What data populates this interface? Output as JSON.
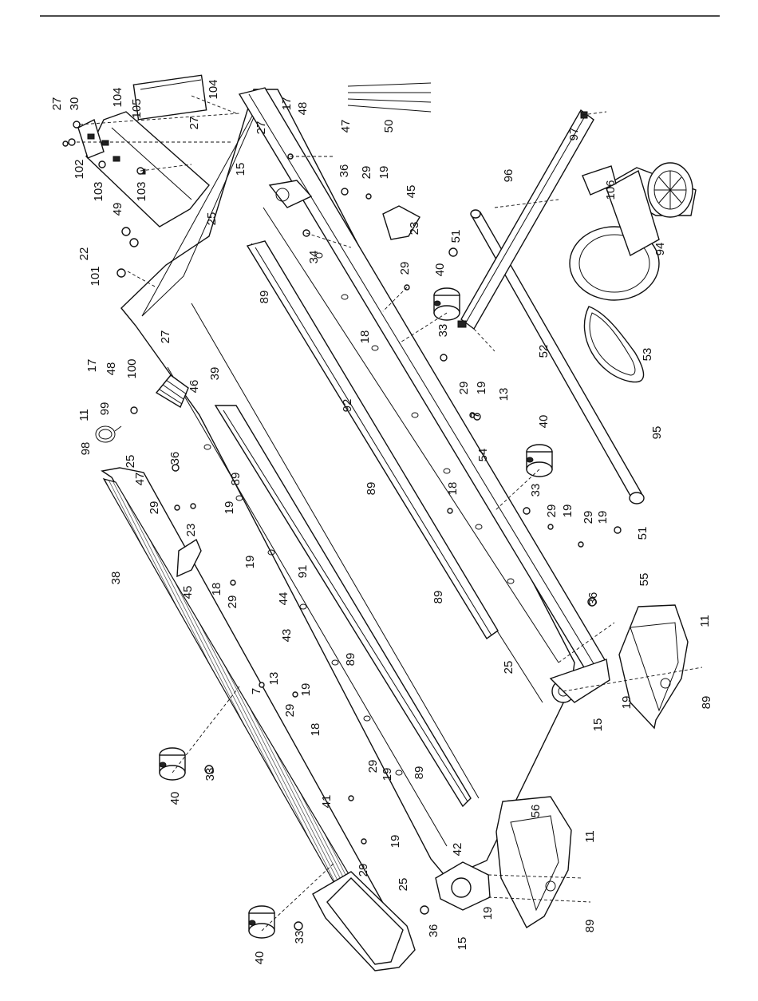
{
  "labels": [
    {
      "id": "27a",
      "text": "27"
    },
    {
      "id": "30",
      "text": "30"
    },
    {
      "id": "104a",
      "text": "104"
    },
    {
      "id": "105",
      "text": "105"
    },
    {
      "id": "104b",
      "text": "104"
    },
    {
      "id": "27b",
      "text": "27"
    },
    {
      "id": "102",
      "text": "102"
    },
    {
      "id": "103a",
      "text": "103"
    },
    {
      "id": "49",
      "text": "49"
    },
    {
      "id": "103b",
      "text": "103"
    },
    {
      "id": "22",
      "text": "22"
    },
    {
      "id": "101",
      "text": "101"
    },
    {
      "id": "17a",
      "text": "17"
    },
    {
      "id": "48a",
      "text": "48"
    },
    {
      "id": "27c",
      "text": "27"
    },
    {
      "id": "15a",
      "text": "15"
    },
    {
      "id": "47a",
      "text": "47"
    },
    {
      "id": "50",
      "text": "50"
    },
    {
      "id": "36a",
      "text": "36"
    },
    {
      "id": "29a",
      "text": "29"
    },
    {
      "id": "19a",
      "text": "19"
    },
    {
      "id": "45a",
      "text": "45"
    },
    {
      "id": "23a",
      "text": "23"
    },
    {
      "id": "25a",
      "text": "25"
    },
    {
      "id": "34",
      "text": "34"
    },
    {
      "id": "97",
      "text": "97"
    },
    {
      "id": "96",
      "text": "96"
    },
    {
      "id": "106",
      "text": "106"
    },
    {
      "id": "94",
      "text": "94"
    },
    {
      "id": "51a",
      "text": "51"
    },
    {
      "id": "29b",
      "text": "29"
    },
    {
      "id": "40a",
      "text": "40"
    },
    {
      "id": "89a",
      "text": "89"
    },
    {
      "id": "18a",
      "text": "18"
    },
    {
      "id": "33a",
      "text": "33"
    },
    {
      "id": "52",
      "text": "52"
    },
    {
      "id": "53",
      "text": "53"
    },
    {
      "id": "17b",
      "text": "17"
    },
    {
      "id": "48b",
      "text": "48"
    },
    {
      "id": "100",
      "text": "100"
    },
    {
      "id": "27d",
      "text": "27"
    },
    {
      "id": "46",
      "text": "46"
    },
    {
      "id": "39",
      "text": "39"
    },
    {
      "id": "92",
      "text": "92"
    },
    {
      "id": "29c",
      "text": "29"
    },
    {
      "id": "19b",
      "text": "19"
    },
    {
      "id": "13a",
      "text": "13"
    },
    {
      "id": "7a",
      "text": "7"
    },
    {
      "id": "11a",
      "text": "11"
    },
    {
      "id": "99",
      "text": "99"
    },
    {
      "id": "98",
      "text": "98"
    },
    {
      "id": "25b",
      "text": "25"
    },
    {
      "id": "47b",
      "text": "47"
    },
    {
      "id": "36b",
      "text": "36"
    },
    {
      "id": "54",
      "text": "54"
    },
    {
      "id": "40b",
      "text": "40"
    },
    {
      "id": "95",
      "text": "95"
    },
    {
      "id": "89b",
      "text": "89"
    },
    {
      "id": "89c",
      "text": "89"
    },
    {
      "id": "18b",
      "text": "18"
    },
    {
      "id": "33b",
      "text": "33"
    },
    {
      "id": "29d",
      "text": "29"
    },
    {
      "id": "19c",
      "text": "19"
    },
    {
      "id": "29e",
      "text": "29"
    },
    {
      "id": "19d",
      "text": "19"
    },
    {
      "id": "51b",
      "text": "51"
    },
    {
      "id": "29f",
      "text": "29"
    },
    {
      "id": "19e",
      "text": "19"
    },
    {
      "id": "23b",
      "text": "23"
    },
    {
      "id": "38",
      "text": "38"
    },
    {
      "id": "45b",
      "text": "45"
    },
    {
      "id": "18c",
      "text": "18"
    },
    {
      "id": "29g",
      "text": "29"
    },
    {
      "id": "19f",
      "text": "19"
    },
    {
      "id": "91",
      "text": "91"
    },
    {
      "id": "44",
      "text": "44"
    },
    {
      "id": "89d",
      "text": "89"
    },
    {
      "id": "36c",
      "text": "36"
    },
    {
      "id": "55",
      "text": "55"
    },
    {
      "id": "43",
      "text": "43"
    },
    {
      "id": "89e",
      "text": "89"
    },
    {
      "id": "25c",
      "text": "25"
    },
    {
      "id": "11b",
      "text": "11"
    },
    {
      "id": "7b",
      "text": "7"
    },
    {
      "id": "13b",
      "text": "13"
    },
    {
      "id": "29h",
      "text": "29"
    },
    {
      "id": "19g",
      "text": "19"
    },
    {
      "id": "19h",
      "text": "19"
    },
    {
      "id": "15b",
      "text": "15"
    },
    {
      "id": "89f",
      "text": "89"
    },
    {
      "id": "18d",
      "text": "18"
    },
    {
      "id": "40c",
      "text": "40"
    },
    {
      "id": "33c",
      "text": "33"
    },
    {
      "id": "29i",
      "text": "29"
    },
    {
      "id": "19i",
      "text": "19"
    },
    {
      "id": "89g",
      "text": "89"
    },
    {
      "id": "41",
      "text": "41"
    },
    {
      "id": "56",
      "text": "56"
    },
    {
      "id": "11c",
      "text": "11"
    },
    {
      "id": "29j",
      "text": "29"
    },
    {
      "id": "19j",
      "text": "19"
    },
    {
      "id": "25d",
      "text": "25"
    },
    {
      "id": "42",
      "text": "42"
    },
    {
      "id": "89h",
      "text": "89"
    },
    {
      "id": "36d",
      "text": "36"
    },
    {
      "id": "19k",
      "text": "19"
    },
    {
      "id": "15c",
      "text": "15"
    },
    {
      "id": "40d",
      "text": "40"
    },
    {
      "id": "33d",
      "text": "33"
    }
  ]
}
